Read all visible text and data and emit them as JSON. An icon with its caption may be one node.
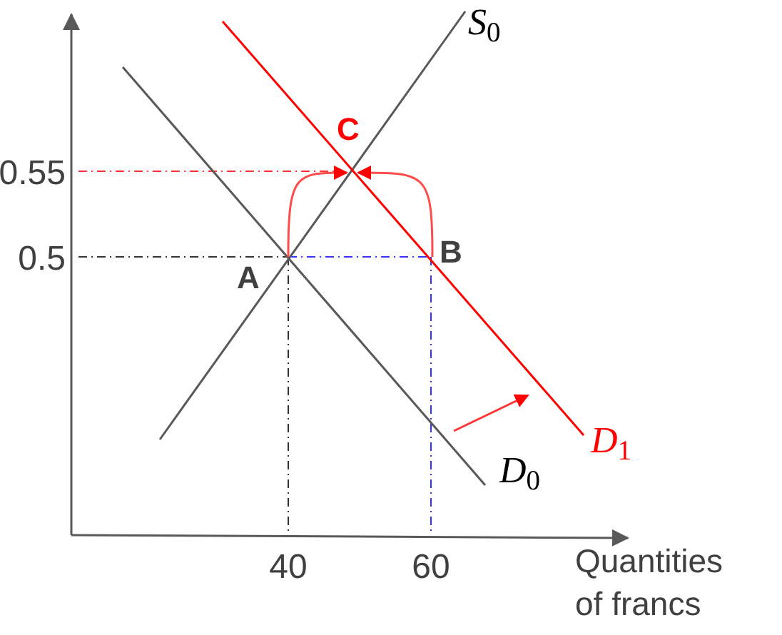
{
  "diagram": {
    "nodes": [
      {
        "text": [
          "A"
        ]
      },
      {
        "text": [
          "B"
        ]
      },
      {
        "text": [
          "C"
        ]
      }
    ],
    "edges": [
      {
        "from": 0,
        "to": 2,
        "arrow": "to"
      },
      {
        "from": 1,
        "to": 2,
        "arrow": "to"
      }
    ],
    "labels": [
      "S$_{0}$",
      "0.55",
      "0.5",
      "D$_{0}$",
      "D$_{1}$",
      "40",
      "60",
      "Quantities of francs"
    ]
  }
}
